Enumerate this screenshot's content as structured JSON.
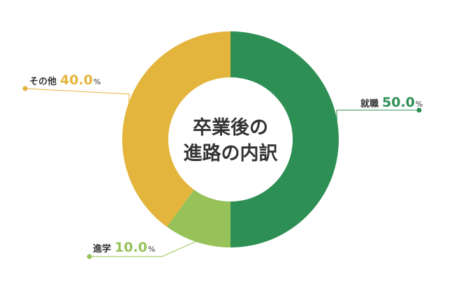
{
  "chart_data": {
    "type": "pie",
    "title_lines": [
      "卒業後の",
      "進路の内訳"
    ],
    "unit": "%",
    "slices": [
      {
        "label": "就職",
        "value": 50.0,
        "display": "50.0",
        "color": "#2e8f55"
      },
      {
        "label": "進学",
        "value": 10.0,
        "display": "10.0",
        "color": "#97c25a"
      },
      {
        "label": "その他",
        "value": 40.0,
        "display": "40.0",
        "color": "#e4b53c"
      }
    ]
  }
}
